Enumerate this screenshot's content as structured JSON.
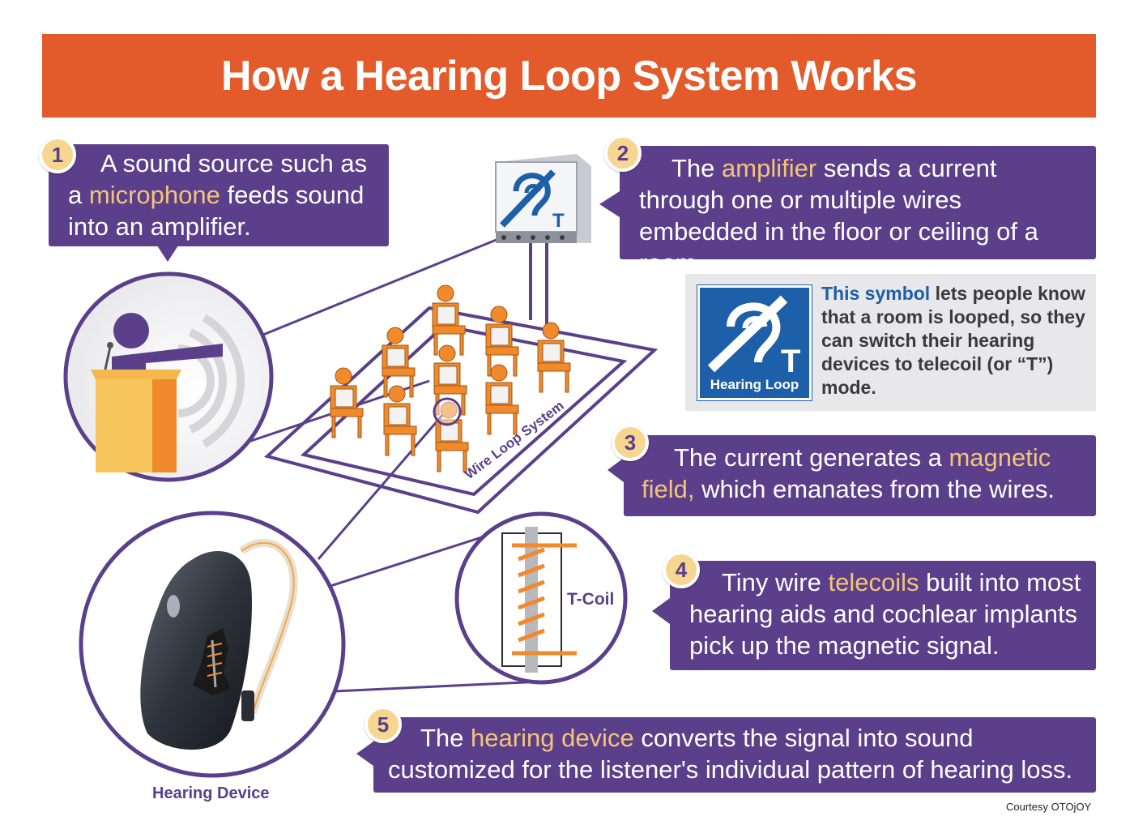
{
  "title": "How a Hearing Loop System Works",
  "steps": [
    {
      "number": "1",
      "pre": "A sound source such as a",
      "highlight": "microphone",
      "post": "feeds sound into an amplifier."
    },
    {
      "number": "2",
      "pre": "The",
      "highlight": "amplifier",
      "post": "sends a current through one or multiple wires embedded in the floor or ceiling of a room."
    },
    {
      "number": "3",
      "pre": "The current generates a",
      "highlight": "magnetic field,",
      "post": "which emanates from the wires."
    },
    {
      "number": "4",
      "pre": "Tiny wire",
      "highlight": "telecoils",
      "post": "built into most hearing aids and cochlear implants pick up the magnetic signal."
    },
    {
      "number": "5",
      "pre": "The",
      "highlight": "hearing device",
      "post": "converts the signal into sound customized for the listener's individual pattern of hearing loss."
    }
  ],
  "symbol_panel": {
    "badge_label": "Hearing Loop",
    "badge_letter": "T",
    "highlight": "This symbol",
    "text": "lets people know that a room is looped, so they can switch their hearing devices to telecoil (or “T”) mode."
  },
  "labels": {
    "wire_loop": "Wire Loop System",
    "tcoil": "T-Coil",
    "hearing_device": "Hearing Device",
    "amplifier_letter": "T"
  },
  "credit": "Courtesy OTOjOY",
  "colors": {
    "banner": "#e35b2a",
    "purple": "#5b3f8a",
    "highlight": "#f3c47a",
    "badge": "#f6d690",
    "loop_blue": "#1d5fa8",
    "chair_orange": "#f08a2c"
  }
}
